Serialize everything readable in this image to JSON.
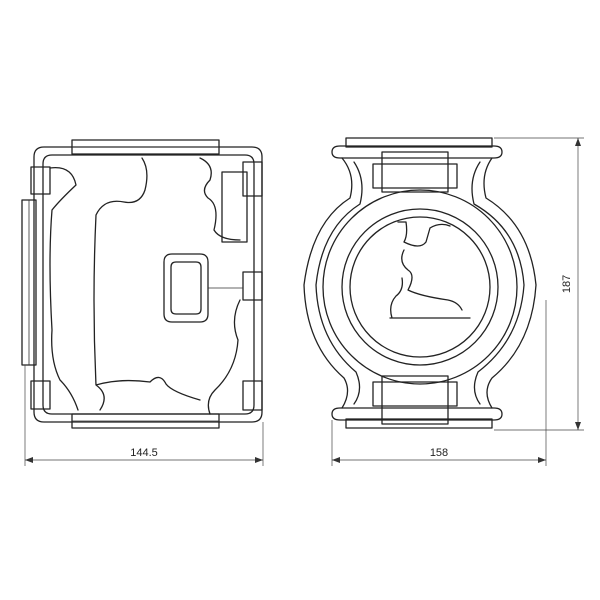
{
  "dimensions": {
    "front_width": "144.5",
    "side_width": "158",
    "side_height": "187"
  },
  "colors": {
    "line": "#222222",
    "background": "#ffffff"
  }
}
